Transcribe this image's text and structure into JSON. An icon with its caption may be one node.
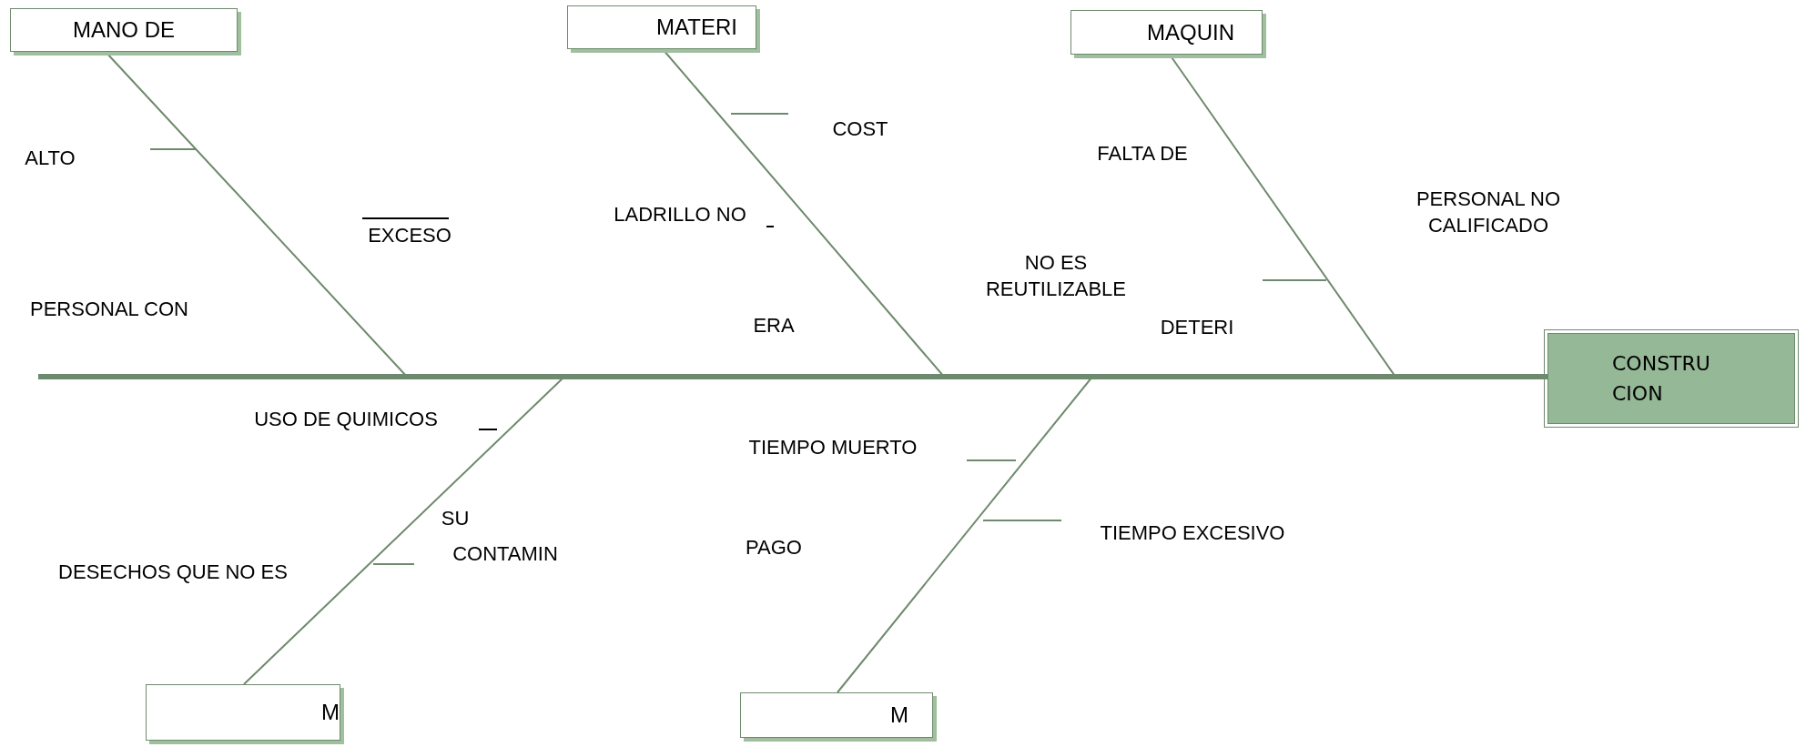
{
  "diagram": {
    "nodes": [
      {
        "text": [
          "MANO DE"
        ]
      },
      {
        "text": [
          "MATERI"
        ]
      },
      {
        "text": [
          "MAQUIN"
        ]
      },
      {
        "text": [
          "M"
        ]
      },
      {
        "text": [
          "M"
        ]
      },
      {
        "text": [
          "CONSTRU CION"
        ]
      }
    ],
    "edges": [
      {
        "from": 0,
        "to": 5,
        "arrow": "none"
      },
      {
        "from": 1,
        "to": 5,
        "arrow": "none"
      },
      {
        "from": 2,
        "to": 5,
        "arrow": "none"
      },
      {
        "from": 3,
        "to": 5,
        "arrow": "none"
      },
      {
        "from": 4,
        "to": 5,
        "arrow": "none"
      }
    ],
    "labels": [
      "ALTO",
      "COST",
      "FALTA DE",
      "PERSONAL NO CALIFICADO",
      "LADRILLO NO",
      "EXCESO",
      "NO ES REUTILIZABLE",
      "PERSONAL CON",
      "ERA",
      "DETERI",
      "USO DE QUIMICOS",
      "TIEMPO MUERTO",
      "SU",
      "CONTAMIN",
      "DESECHOS QUE NO ES",
      "PAGO",
      "TIEMPO EXCESIVO"
    ]
  }
}
